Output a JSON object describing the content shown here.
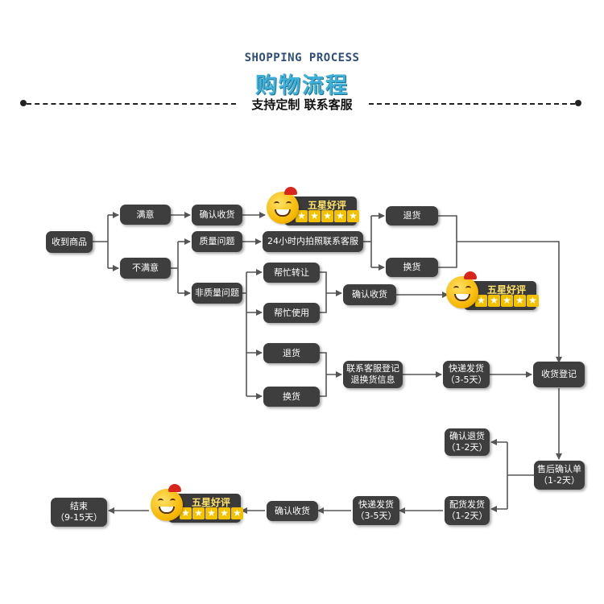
{
  "header": {
    "title_en": "SHOPPING PROCESS",
    "title_cn": "购物流程",
    "tagline": "支持定制 联系客服"
  },
  "nodes": {
    "receive_goods": "收到商品",
    "satisfied": "满意",
    "not_satisfied": "不满意",
    "confirm_receipt_1": "确认收货",
    "quality_issue": "质量问题",
    "contact_service_24h": "24小时内拍照联系客服",
    "return_1": "退货",
    "exchange_1": "换货",
    "non_quality_issue": "非质量问题",
    "help_transfer": "帮忙转让",
    "help_use": "帮忙使用",
    "confirm_receipt_2": "确认收货",
    "return_2": "退货",
    "exchange_2": "换货",
    "register_info": "联系客服登记\n退换货信息",
    "express_ship_1": "快递发货\n（3-5天）",
    "receipt_register": "收货登记",
    "after_sales_confirm": "售后确认单\n（1-2天）",
    "confirm_return": "确认退货\n（1-2天）",
    "dispatch_ship": "配货发货\n（1-2天）",
    "express_ship_2": "快递发货\n（3-5天）",
    "confirm_receipt_3": "确认收货",
    "end": "结束\n（9-15天）"
  },
  "badge": {
    "label": "五星好评",
    "star_glyph": "★",
    "star_count": 5,
    "icon": "smiley-thumbs-up-icon"
  },
  "colors": {
    "node_fill": "#3e3e3e",
    "line": "#555555",
    "title_cn": "#3fb0d8",
    "title_en": "#2f4f7a",
    "star": "#f2c200",
    "badge_text": "#ffe36a"
  }
}
